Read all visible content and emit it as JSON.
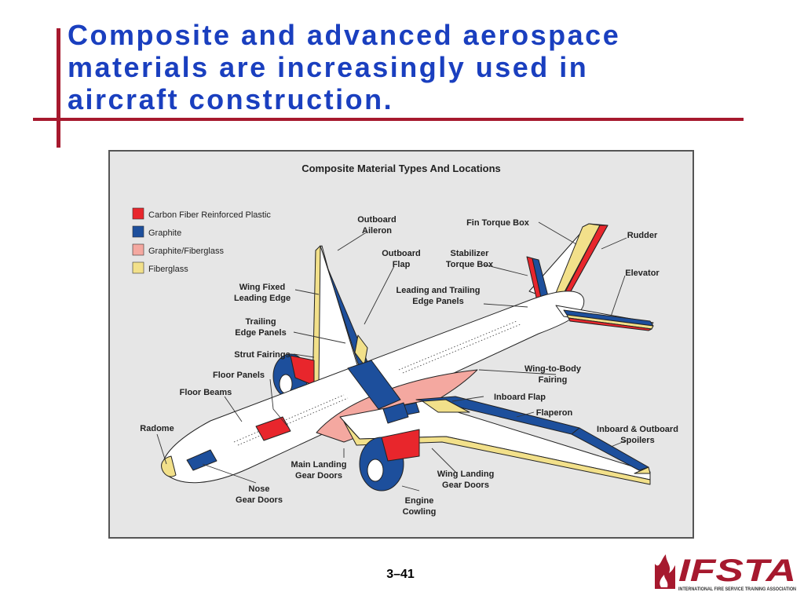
{
  "slide": {
    "title_lines": [
      "Composite and advanced aerospace",
      "materials are increasingly used in",
      "aircraft construction."
    ],
    "page_number": "3–41"
  },
  "diagram": {
    "title": "Composite Material Types And Locations",
    "legend": [
      {
        "label": "Carbon Fiber Reinforced Plastic",
        "color": "#e8262c"
      },
      {
        "label": "Graphite",
        "color": "#1d4f9c"
      },
      {
        "label": "Graphite/Fiberglass",
        "color": "#f4a8a0"
      },
      {
        "label": "Fiberglass",
        "color": "#f2e08a"
      }
    ],
    "callouts": {
      "outboard_aileron": [
        "Outboard",
        "Aileron"
      ],
      "fin_torque_box": [
        "Fin Torque Box"
      ],
      "rudder": [
        "Rudder"
      ],
      "outboard_flap": [
        "Outboard",
        "Flap"
      ],
      "stabilizer_torque_box": [
        "Stabilizer",
        "Torque Box"
      ],
      "elevator": [
        "Elevator"
      ],
      "wing_fixed_leading_edge": [
        "Wing Fixed",
        "Leading Edge"
      ],
      "leading_trailing_edge_panels": [
        "Leading and Trailing",
        "Edge Panels"
      ],
      "trailing_edge_panels": [
        "Trailing",
        "Edge Panels"
      ],
      "strut_fairings": [
        "Strut Fairings"
      ],
      "floor_panels": [
        "Floor Panels"
      ],
      "wing_to_body_fairing": [
        "Wing-to-Body",
        "Fairing"
      ],
      "floor_beams": [
        "Floor Beams"
      ],
      "inboard_flap": [
        "Inboard Flap"
      ],
      "flaperon": [
        "Flaperon"
      ],
      "radome": [
        "Radome"
      ],
      "inboard_outboard_spoilers": [
        "Inboard & Outboard",
        "Spoilers"
      ],
      "main_landing_gear_doors": [
        "Main Landing",
        "Gear Doors"
      ],
      "wing_landing_gear_doors": [
        "Wing Landing",
        "Gear Doors"
      ],
      "nose_gear_doors": [
        "Nose",
        "Gear Doors"
      ],
      "engine_cowling": [
        "Engine",
        "Cowling"
      ]
    }
  },
  "logo": {
    "wordmark": "IFSTA",
    "tagline": "INTERNATIONAL FIRE SERVICE TRAINING ASSOCIATION",
    "brand_color": "#a6192e",
    "icon": "flame-icon"
  },
  "colors": {
    "accent_red": "#a6192e",
    "title_blue": "#1a3fbf",
    "panel_background": "#e6e6e6"
  }
}
